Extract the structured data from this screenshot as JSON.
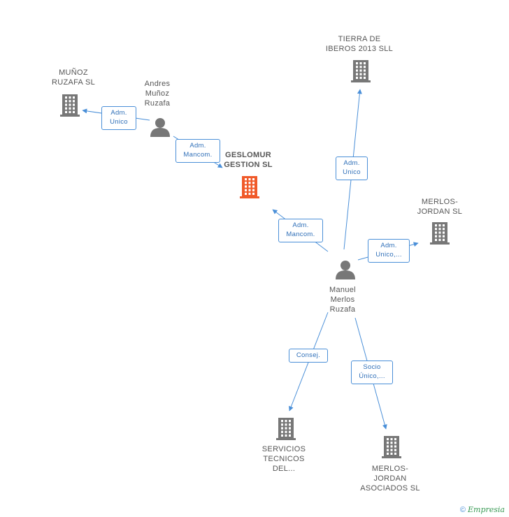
{
  "nodes": [
    {
      "id": "geslomur",
      "label": "GESLOMUR\nGESTION SL",
      "kind": "company",
      "highlight": true
    },
    {
      "id": "andres",
      "label": "Andres\nMuñoz\nRuzafa",
      "kind": "person"
    },
    {
      "id": "munoz",
      "label": "MUÑOZ\nRUZAFA SL",
      "kind": "company"
    },
    {
      "id": "tierra",
      "label": "TIERRA DE\nIBEROS 2013 SLL",
      "kind": "company"
    },
    {
      "id": "merlos_jordan",
      "label": "MERLOS-\nJORDAN SL",
      "kind": "company"
    },
    {
      "id": "manuel",
      "label": "Manuel\nMerlos\nRuzafa",
      "kind": "person"
    },
    {
      "id": "servicios",
      "label": "SERVICIOS\nTECNICOS\nDEL...",
      "kind": "company"
    },
    {
      "id": "merlos_asoc",
      "label": "MERLOS-\nJORDAN\nASOCIADOS SL",
      "kind": "company"
    }
  ],
  "edges": [
    {
      "from": "andres",
      "to": "munoz",
      "label": "Adm.\nUnico"
    },
    {
      "from": "andres",
      "to": "geslomur",
      "label": "Adm.\nMancom."
    },
    {
      "from": "manuel",
      "to": "geslomur",
      "label": "Adm.\nMancom."
    },
    {
      "from": "manuel",
      "to": "tierra",
      "label": "Adm.\nUnico"
    },
    {
      "from": "manuel",
      "to": "merlos_jordan",
      "label": "Adm.\nUnico,..."
    },
    {
      "from": "manuel",
      "to": "servicios",
      "label": "Consej."
    },
    {
      "from": "manuel",
      "to": "merlos_asoc",
      "label": "Socio\nÚnico,..."
    }
  ],
  "colors": {
    "edge": "#4a8fd8",
    "company": "#777777",
    "highlight": "#f05a2a",
    "person": "#777777"
  },
  "footer": {
    "copyright": "©",
    "brand": "Empresia"
  }
}
